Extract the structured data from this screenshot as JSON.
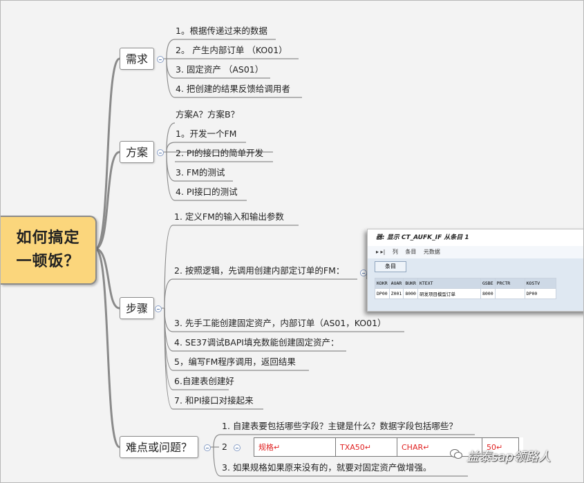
{
  "root": {
    "line1": "如何搞定",
    "line2": "一顿饭？"
  },
  "branches": {
    "demand": {
      "label": "需求",
      "items": [
        "1。根据传递过来的数据",
        "2。 产生内部订单 （KO01）",
        "3. 固定资产 （AS01）",
        "4. 把创建的结果反馈给调用者"
      ]
    },
    "plan": {
      "label": "方案",
      "note": "方案A？方案B？",
      "items": [
        "1。开发一个FM",
        "2. PI的接口的简单开发",
        "3. FM的测试",
        "4. PI接口的测试"
      ]
    },
    "steps": {
      "label": "步骤",
      "items": [
        "1. 定义FM的输入和输出参数",
        "2. 按照逻辑，先调用创建内部定订单的FM：",
        "3. 先手工能创建固定资产，内部订单（AS01，KO01）",
        "4. SE37调试BAPI填充数能创建固定资产：",
        "5，编写FM程序调用，返回结果",
        "6.自建表创建好",
        "7. 和PI接口对接起来"
      ]
    },
    "issues": {
      "label": "难点或问题？",
      "items": [
        "1. 自建表要包括哪些字段？主键是什么？数据字段包括哪些？",
        "2",
        "3. 如果规格如果原来没有的，就要对固定资产做增强。"
      ]
    }
  },
  "sap_screen": {
    "title": "器: 显示 CT_AUFK_IF 从条目 1",
    "toolbar": [
      "▸ ▸|",
      "列",
      "条目",
      "元数据"
    ],
    "button": "条目",
    "headers": [
      "KOKR",
      "AUAR",
      "BUKR",
      "KTEXT",
      "GSBE",
      "PRCTR",
      "KOSTV"
    ],
    "row": [
      "DP00",
      "Z001",
      "8000",
      "研发项目模型订单",
      "8000",
      "",
      "DP00"
    ]
  },
  "mini_table": {
    "cells": [
      "规格↵",
      "TXA50↵",
      "CHAR↵",
      "50↵"
    ]
  },
  "watermark": "益泰sap领路人"
}
